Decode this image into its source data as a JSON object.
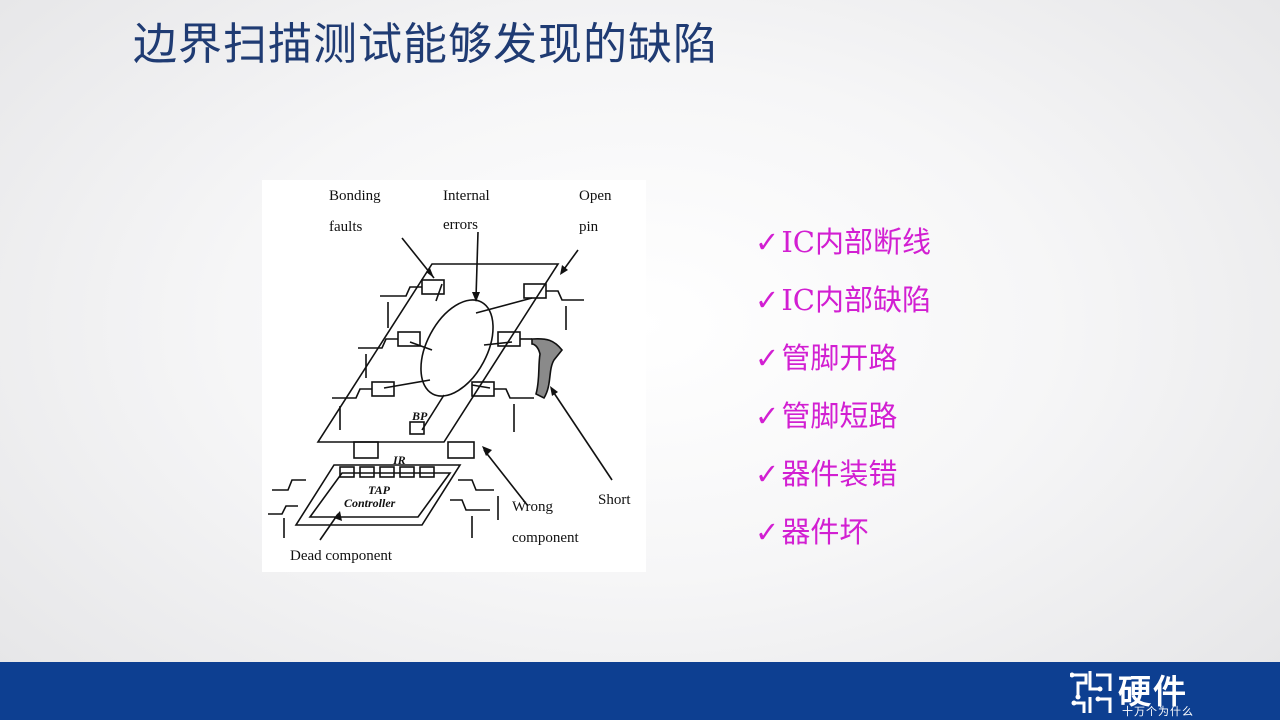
{
  "title": "边界扫描测试能够发现的缺陷",
  "figure": {
    "labels": {
      "bonding_faults_1": "Bonding",
      "bonding_faults_2": "faults",
      "internal_errors_1": "Internal",
      "internal_errors_2": "errors",
      "open_pin_1": "Open",
      "open_pin_2": "pin",
      "bp": "BP",
      "ir": "IR",
      "tap_1": "TAP",
      "tap_2": "Controller",
      "wrong_component_1": "Wrong",
      "wrong_component_2": "component",
      "short": "Short",
      "dead_component": "Dead component"
    }
  },
  "defects": {
    "check_mark": "✓",
    "items": [
      "IC内部断线",
      "IC内部缺陷",
      "管脚开路",
      "管脚短路",
      "器件装错",
      "器件坏"
    ]
  },
  "logo": {
    "main": "硬件",
    "sub": "十万个为什么"
  },
  "colors": {
    "title": "#1f3b73",
    "list": "#d21fd2",
    "footer": "#0d3f91"
  }
}
